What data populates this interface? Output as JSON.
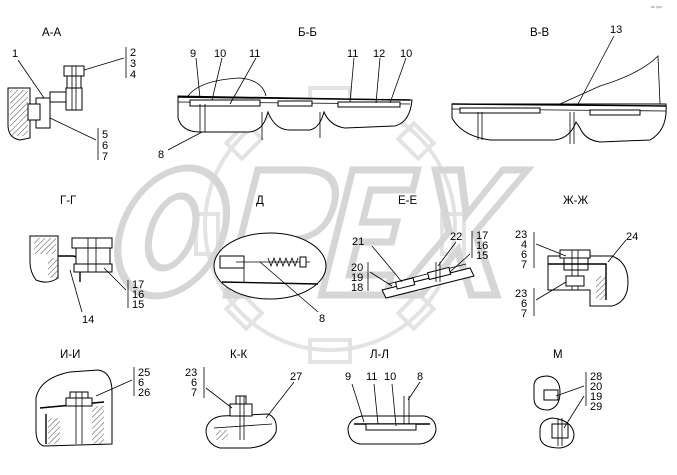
{
  "corner_mark": "ᵃᵖ ᵖᵖᵖ",
  "watermark": "OPEX",
  "sections": [
    {
      "id": "aa",
      "title": "А-А",
      "callouts": [
        "1"
      ],
      "stacks": [
        [
          "2",
          "3",
          "4"
        ],
        [
          "5",
          "6",
          "7"
        ]
      ]
    },
    {
      "id": "bb",
      "title": "Б-Б",
      "callouts": [
        "9",
        "10",
        "11",
        "11",
        "12",
        "10",
        "8"
      ],
      "stacks": []
    },
    {
      "id": "vv",
      "title": "В-В",
      "callouts": [
        "13"
      ],
      "stacks": []
    },
    {
      "id": "gg",
      "title": "Г-Г",
      "callouts": [
        "14"
      ],
      "stacks": [
        [
          "17",
          "16",
          "15"
        ]
      ]
    },
    {
      "id": "d",
      "title": "Д",
      "callouts": [
        "8"
      ],
      "stacks": []
    },
    {
      "id": "ee",
      "title": "Е-Е",
      "callouts": [
        "21",
        "22"
      ],
      "stacks": [
        [
          "17",
          "16",
          "15"
        ],
        [
          "20",
          "19",
          "18"
        ]
      ]
    },
    {
      "id": "zhzh",
      "title": "Ж-Ж",
      "callouts": [
        "24"
      ],
      "stacks": [
        [
          "23",
          "4",
          "6",
          "7"
        ],
        [
          "23",
          "6",
          "7"
        ]
      ]
    },
    {
      "id": "ii",
      "title": "И-И",
      "callouts": [],
      "stacks": [
        [
          "25",
          "6",
          "26"
        ]
      ]
    },
    {
      "id": "kk",
      "title": "К-К",
      "callouts": [
        "27"
      ],
      "stacks": [
        [
          "23",
          "6",
          "7"
        ]
      ]
    },
    {
      "id": "ll",
      "title": "Л-Л",
      "callouts": [
        "9",
        "11",
        "10",
        "8"
      ],
      "stacks": []
    },
    {
      "id": "m",
      "title": "М",
      "callouts": [],
      "stacks": [
        [
          "28",
          "20",
          "19",
          "29"
        ]
      ]
    }
  ]
}
